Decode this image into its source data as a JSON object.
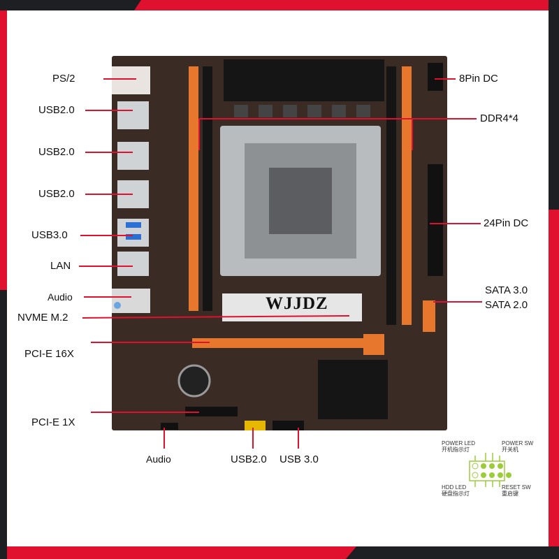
{
  "watermark": "WJJDZ",
  "left_labels": {
    "ps2": "PS/2",
    "usb2_a": "USB2.0",
    "usb2_b": "USB2.0",
    "usb2_c": "USB2.0",
    "usb3": "USB3.0",
    "lan": "LAN",
    "audio": "Audio",
    "nvme": "NVME M.2",
    "pcie16": "PCI-E 16X",
    "pcie1": "PCI-E 1X"
  },
  "bottom_labels": {
    "audio": "Audio",
    "usb2": "USB2.0",
    "usb3": "USB 3.0"
  },
  "right_labels": {
    "pin8": "8Pin DC",
    "ddr4": "DDR4*4",
    "pin24": "24Pin DC",
    "sata3": "SATA 3.0",
    "sata2": "SATA 2.0"
  },
  "front_panel": {
    "power_led": "POWER LED",
    "power_led_cn": "开机指示灯",
    "power_sw": "POWER SW",
    "power_sw_cn": "开关机",
    "hdd_led": "HDD LED",
    "hdd_led_cn": "硬盘指示灯",
    "reset_sw": "RESET SW",
    "reset_sw_cn": "重启键"
  },
  "colors": {
    "accent_red": "#e0102f",
    "dark": "#1d1f22",
    "board": "#3a2c25",
    "slot_orange": "#e8772e",
    "pin_green": "#9ccc3a"
  }
}
